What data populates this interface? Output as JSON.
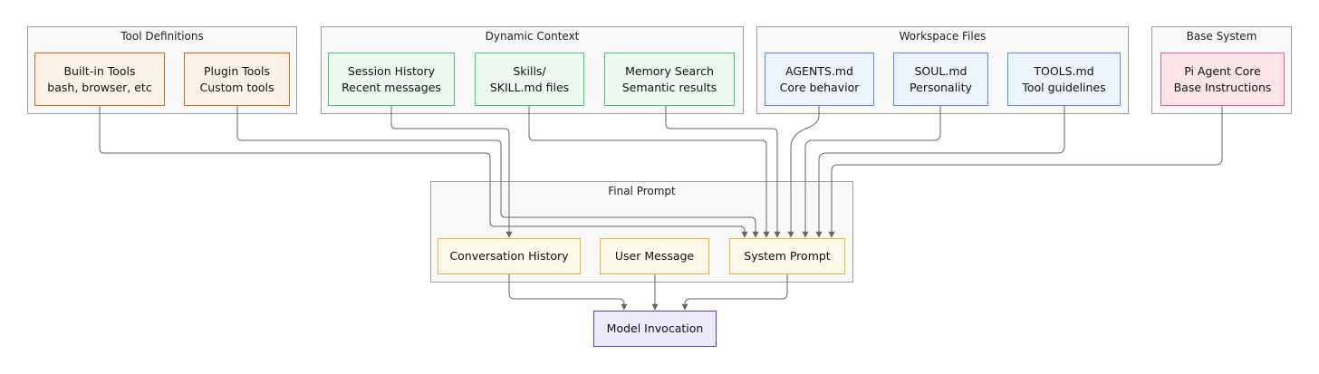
{
  "groups": {
    "tool_definitions": "Tool Definitions",
    "dynamic_context": "Dynamic Context",
    "workspace_files": "Workspace Files",
    "base_system": "Base System",
    "final_prompt": "Final Prompt"
  },
  "nodes": {
    "builtin_tools": [
      "Built-in Tools",
      "bash, browser, etc"
    ],
    "plugin_tools": [
      "Plugin Tools",
      "Custom tools"
    ],
    "session_history": [
      "Session History",
      "Recent messages"
    ],
    "skills": [
      "Skills/",
      "SKILL.md files"
    ],
    "memory_search": [
      "Memory Search",
      "Semantic results"
    ],
    "agents_md": [
      "AGENTS.md",
      "Core behavior"
    ],
    "soul_md": [
      "SOUL.md",
      "Personality"
    ],
    "tools_md": [
      "TOOLS.md",
      "Tool guidelines"
    ],
    "pi_agent_core": [
      "Pi Agent Core",
      "Base Instructions"
    ],
    "conversation_history": [
      "Conversation History"
    ],
    "user_message": [
      "User Message"
    ],
    "system_prompt": [
      "System Prompt"
    ],
    "model_invocation": [
      "Model Invocation"
    ]
  },
  "colors": {
    "orange_border": "#e06620",
    "green_border": "#4fc27a",
    "blue_border": "#5b8ee0",
    "red_border": "#e0667f",
    "yellow_border": "#e8b43a",
    "purple_border": "#4b45d4",
    "edge": "#666666"
  }
}
